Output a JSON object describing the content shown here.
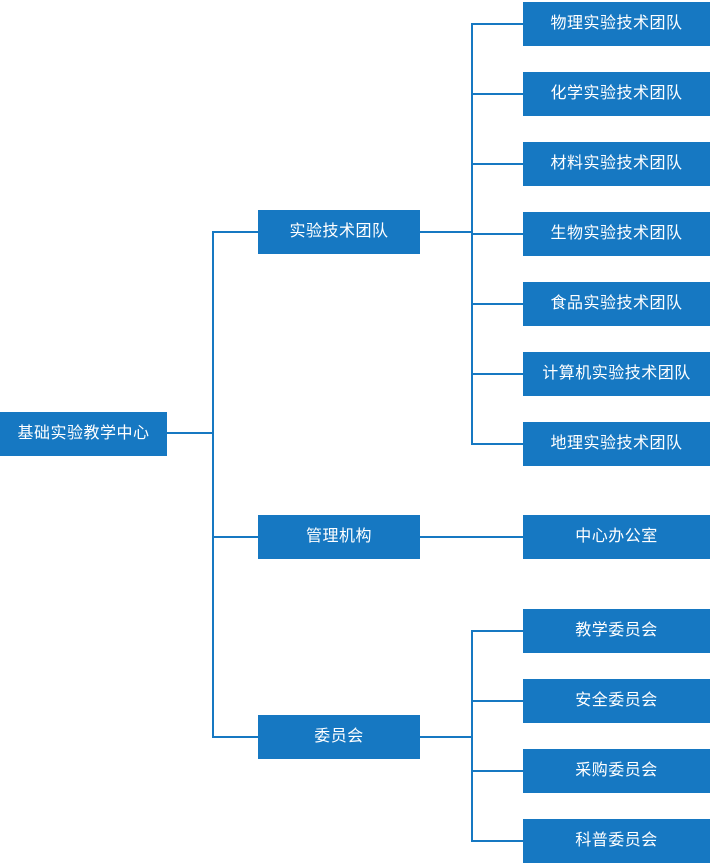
{
  "colors": {
    "node_bg": "#1678c2",
    "node_text": "#ffffff",
    "line_color": "#1678c2",
    "page_bg": "#ffffff"
  },
  "root": {
    "label": "基础实验教学中心"
  },
  "branches": [
    {
      "label": "实验技术团队",
      "children": [
        {
          "label": "物理实验技术团队"
        },
        {
          "label": "化学实验技术团队"
        },
        {
          "label": "材料实验技术团队"
        },
        {
          "label": "生物实验技术团队"
        },
        {
          "label": "食品实验技术团队"
        },
        {
          "label": "计算机实验技术团队"
        },
        {
          "label": "地理实验技术团队"
        }
      ]
    },
    {
      "label": "管理机构",
      "children": [
        {
          "label": "中心办公室"
        }
      ]
    },
    {
      "label": "委员会",
      "children": [
        {
          "label": "教学委员会"
        },
        {
          "label": "安全委员会"
        },
        {
          "label": "采购委员会"
        },
        {
          "label": "科普委员会"
        }
      ]
    }
  ]
}
